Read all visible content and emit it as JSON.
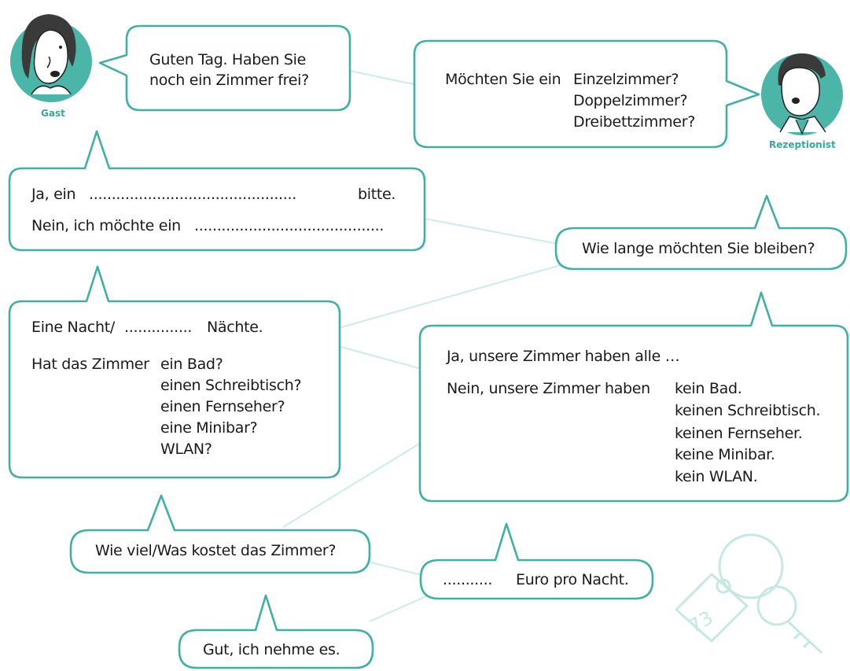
{
  "colors": {
    "accent": "#3fb0a2",
    "accent_light": "#cdece7",
    "avatar_bg": "#4bb5a8"
  },
  "speakers": {
    "guest": "Gast",
    "receptionist": "Rezeptionist"
  },
  "bubbles": {
    "greeting": {
      "line1": "Guten Tag. Haben Sie",
      "line2": "noch ein Zimmer frei?"
    },
    "room_type": {
      "prefix": "Möchten Sie ein",
      "options": [
        "Einzelzimmer?",
        "Doppelzimmer?",
        "Dreibettzimmer?"
      ]
    },
    "answer": {
      "line1_start": "Ja, ein",
      "line1_blank": "..............................................",
      "line1_end": "bitte.",
      "line2_start": "Nein, ich möchte ein",
      "line2_blank": ".........................................."
    },
    "duration_q": {
      "text": "Wie lange möchten Sie bleiben?"
    },
    "nights": {
      "start": "Eine Nacht/",
      "blank": "...............",
      "end": "Nächte."
    },
    "amenities_q": {
      "prefix": "Hat das Zimmer",
      "items": [
        "ein Bad?",
        "einen Schreibtisch?",
        "einen Fernseher?",
        "eine Minibar?",
        "WLAN?"
      ]
    },
    "amenities_a": {
      "yes": "Ja, unsere Zimmer haben alle …",
      "no_prefix": "Nein, unsere Zimmer haben",
      "no_items": [
        "kein Bad.",
        "keinen Schreibtisch.",
        "keinen Fernseher.",
        "keine Minibar.",
        "kein WLAN."
      ]
    },
    "price_q": {
      "text": "Wie viel/Was kostet das Zimmer?"
    },
    "price_a": {
      "blank": "...........",
      "text": "Euro pro Nacht."
    },
    "accept": {
      "text": "Gut, ich nehme es."
    }
  },
  "key_tag_number": "73"
}
